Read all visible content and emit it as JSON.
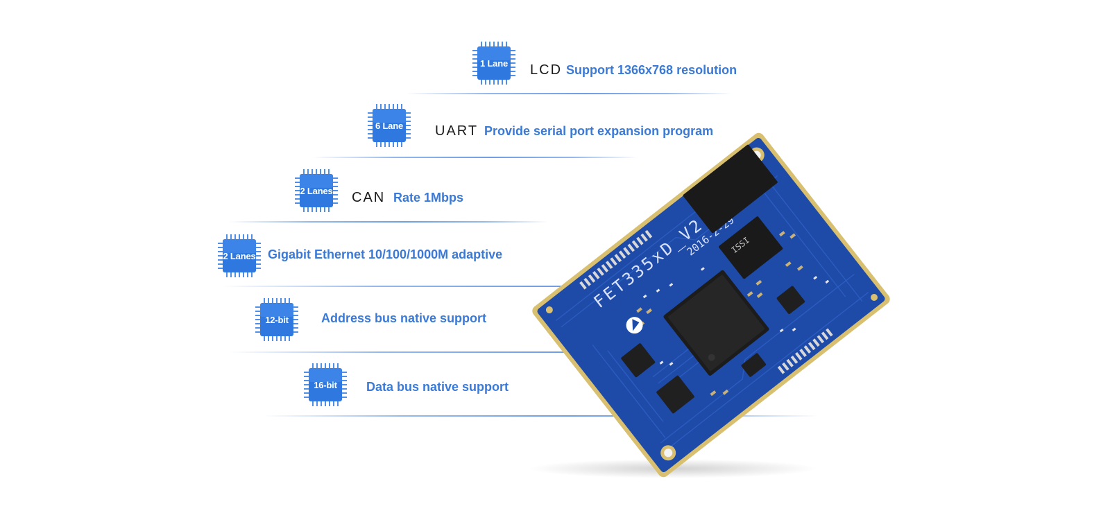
{
  "features": [
    {
      "chip": "1 Lane",
      "name": "LCD",
      "description": "Support 1366x768 resolution"
    },
    {
      "chip": "6 Lane",
      "name": "UART",
      "description": "Provide serial port expansion program"
    },
    {
      "chip": "2 Lanes",
      "name": "CAN",
      "description": "Rate 1Mbps"
    },
    {
      "chip": "2 Lanes",
      "name": "",
      "description": "Gigabit Ethernet 10/100/1000M adaptive"
    },
    {
      "chip": "12-bit",
      "name": "",
      "description": "Address bus native support"
    },
    {
      "chip": "16-bit",
      "name": "",
      "description": "Data bus native support"
    }
  ],
  "board": {
    "silkscreen_title": "FET335xD_V2.2",
    "silkscreen_date": "2016-2-29",
    "memory_chip_text": "ISSI",
    "board_color": "#1e4aa8",
    "edge_color": "#d8c070"
  },
  "colors": {
    "accent": "#3a7ad6",
    "chip_fill": "#2f78e0",
    "label_text": "#1a1a1a"
  }
}
